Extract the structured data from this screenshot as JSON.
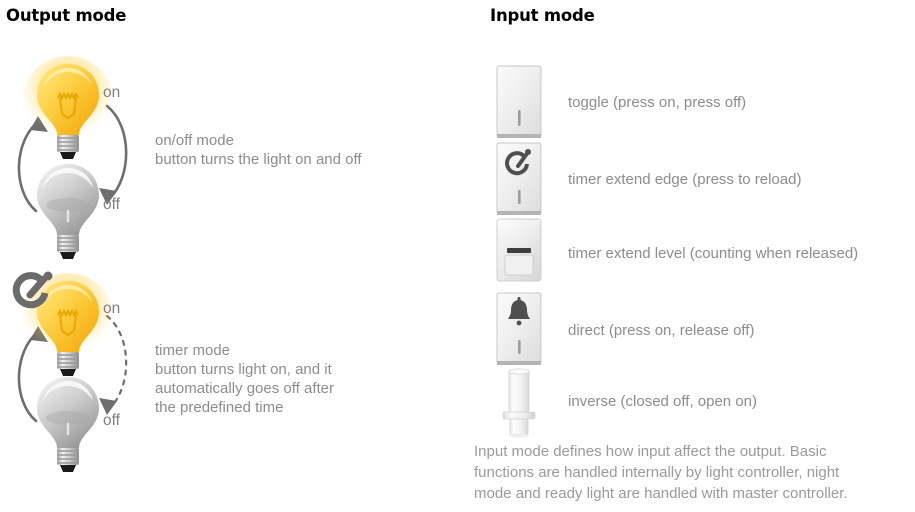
{
  "output": {
    "title": "Output mode",
    "modes": [
      {
        "id": "onoff",
        "on_label": "on",
        "off_label": "off",
        "description": "on/off mode\nbutton turns the light on and off",
        "arrow_on_to_off": "solid",
        "arrow_off_to_on": "solid",
        "has_timer_glyph": false
      },
      {
        "id": "timer",
        "on_label": "on",
        "off_label": "off",
        "description": "timer mode\nbutton turns light on, and it\nautomatically goes off after\nthe predefined time",
        "arrow_on_to_off": "dashed",
        "arrow_off_to_on": "solid",
        "has_timer_glyph": true
      }
    ]
  },
  "input": {
    "title": "Input mode",
    "items": [
      {
        "icon": "rocker-switch-blank-icon",
        "label": "toggle (press on, press off)"
      },
      {
        "icon": "rocker-switch-timer-icon",
        "label": "timer extend edge (press to reload)"
      },
      {
        "icon": "motion-detector-icon",
        "label": "timer extend level (counting when released)"
      },
      {
        "icon": "rocker-switch-bell-icon",
        "label": "direct (press on, release off)"
      },
      {
        "icon": "key-cylinder-switch-icon",
        "label": "inverse (closed off, open on)"
      }
    ],
    "note": "Input mode defines how input affect the output. Basic\nfunctions are handled internally by light controller, night\nmode and ready light are handled with master controller."
  },
  "colors": {
    "title_text": "#000000",
    "body_text": "#8d8d8d",
    "state_text": "#808080",
    "bulb_on": "#ffc61a",
    "bulb_on_highlight": "#ffe98a",
    "bulb_off": "#b8b8b8",
    "arrow": "#6e6e6e",
    "switch_face": "#eeeeee",
    "background": "#ffffff"
  }
}
